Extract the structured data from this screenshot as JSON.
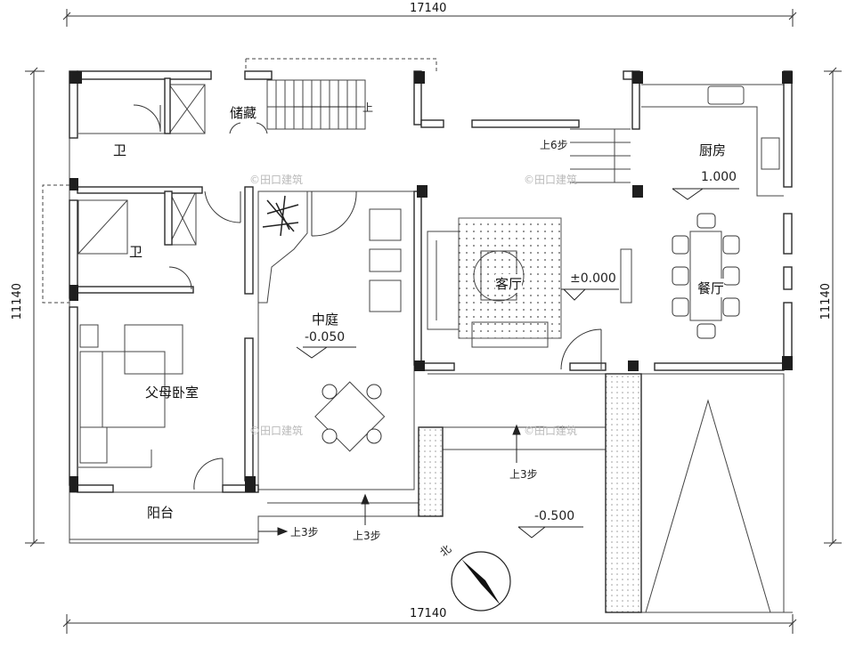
{
  "dimensions": {
    "top": "17140",
    "bottom": "17140",
    "left": "11140",
    "right": "11140"
  },
  "rooms": {
    "storage": "储藏",
    "bath_upper": "卫",
    "bath_lower": "卫",
    "courtyard": "中庭",
    "living": "客厅",
    "kitchen": "厨房",
    "dining": "餐厅",
    "parents_bedroom": "父母卧室",
    "balcony": "阳台"
  },
  "levels": {
    "courtyard": "-0.050",
    "living": "±0.000",
    "kitchen": "1.000",
    "terrace": "-0.500"
  },
  "steps": {
    "stair_up": "上",
    "kitchen_steps": "上6步",
    "terrace_steps": "上3步",
    "courtyard_steps": "上3步",
    "balcony_steps": "上3步"
  },
  "watermark": "©田口建筑",
  "compass_label": "北",
  "colors": {
    "wall": "#2a2a2a",
    "line": "#333333",
    "grey": "#8a8a8a",
    "hatch": "#9a9a9a"
  }
}
